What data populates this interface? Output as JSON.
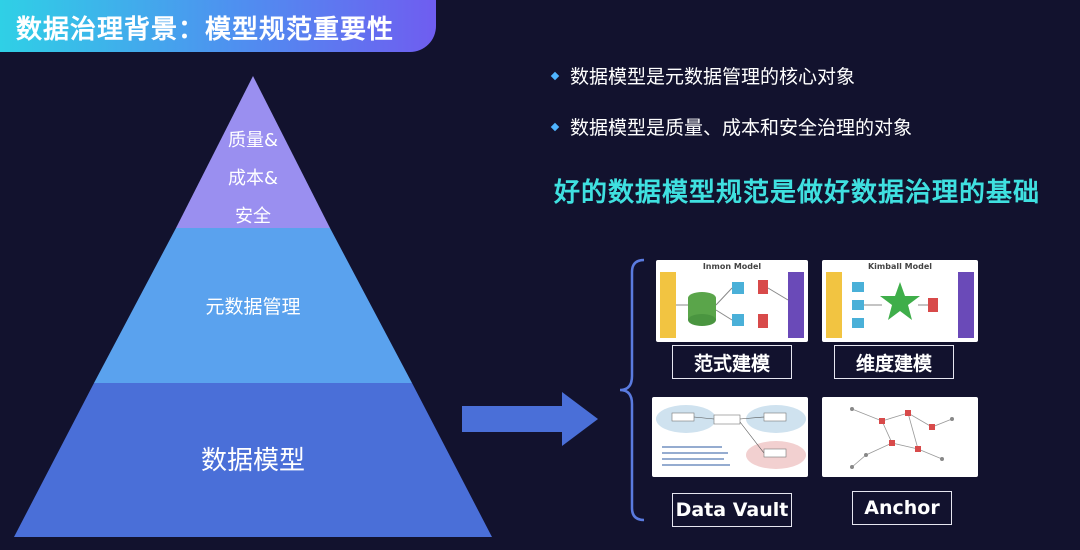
{
  "header": {
    "title": "数据治理背景：模型规范重要性"
  },
  "pyramid": {
    "top_lines": [
      "质量&",
      "成本&",
      "安全"
    ],
    "middle": "元数据管理",
    "bottom": "数据模型"
  },
  "bullets": [
    "数据模型是元数据管理的核心对象",
    "数据模型是质量、成本和安全治理的对象"
  ],
  "headline": "好的数据模型规范是做好数据治理的基础",
  "models": [
    {
      "label": "范式建模",
      "diagram_title": "Inmon Model"
    },
    {
      "label": "维度建模",
      "diagram_title": "Kimball Model"
    },
    {
      "label": "Data Vault",
      "diagram_title": ""
    },
    {
      "label": "Anchor",
      "diagram_title": ""
    }
  ],
  "colors": {
    "background": "#12122e",
    "pyramid_top": "#9a8ff0",
    "pyramid_middle": "#5aa2ee",
    "pyramid_bottom": "#4a6fd8",
    "headline": "#3fe0e0",
    "arrow": "#4a6fd8"
  },
  "icons": [
    "diamond-bullet-icon",
    "right-arrow-icon",
    "bracket-icon"
  ]
}
